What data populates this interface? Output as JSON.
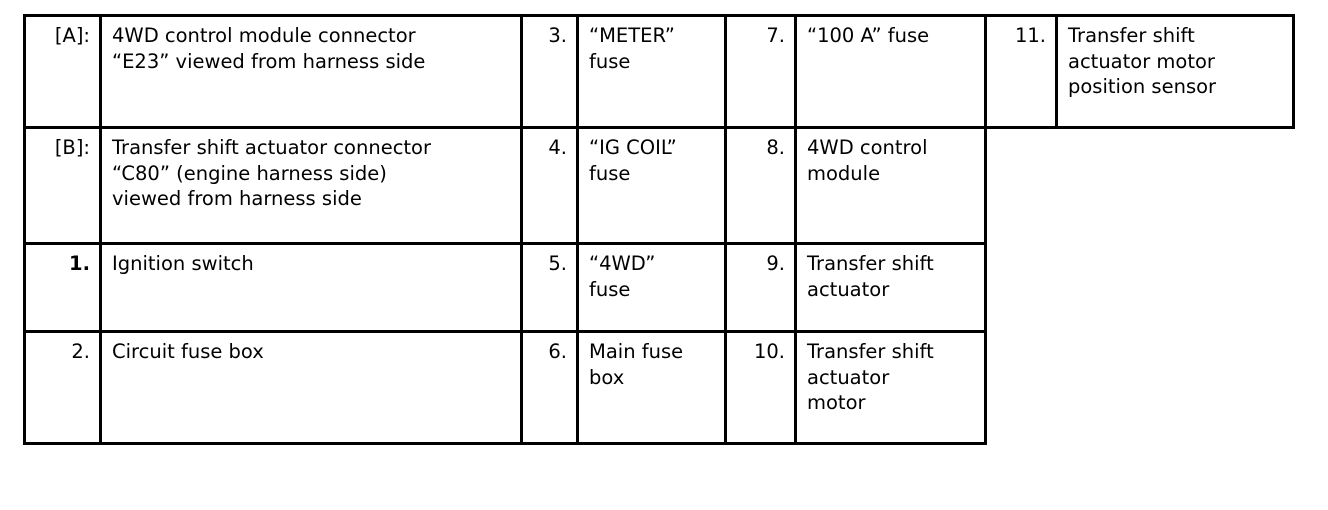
{
  "document": {
    "type": "wiring-diagram-legend-table",
    "background_color": "#ffffff",
    "text_color": "#000000",
    "border_color": "#000000"
  },
  "legend": {
    "rows": [
      {
        "key": "[A]:",
        "key_bold": false,
        "description": "4WD control module connector\n“E23” viewed from harness side",
        "mid_num": "3.",
        "mid_label": "“METER”\nfuse",
        "right_num": "7.",
        "right_label": "“100 A” fuse",
        "far_num": "11.",
        "far_label": "Transfer shift\nactuator motor\nposition sensor"
      },
      {
        "key": "[B]:",
        "key_bold": false,
        "description": "Transfer shift actuator connector\n“C80” (engine harness side)\nviewed from harness side",
        "mid_num": "4.",
        "mid_label": "“IG COIL”\nfuse",
        "right_num": "8.",
        "right_label": "4WD control\nmodule",
        "far_num": "",
        "far_label": ""
      },
      {
        "key": "1.",
        "key_bold": true,
        "description": "Ignition switch",
        "mid_num": "5.",
        "mid_label": "“4WD”\nfuse",
        "right_num": "9.",
        "right_label": "Transfer shift\nactuator",
        "far_num": "",
        "far_label": ""
      },
      {
        "key": "2.",
        "key_bold": false,
        "description": "Circuit fuse box",
        "mid_num": "6.",
        "mid_label": "Main fuse\nbox",
        "right_num": "10.",
        "right_label": "Transfer shift\nactuator\nmotor",
        "far_num": "",
        "far_label": ""
      }
    ]
  }
}
